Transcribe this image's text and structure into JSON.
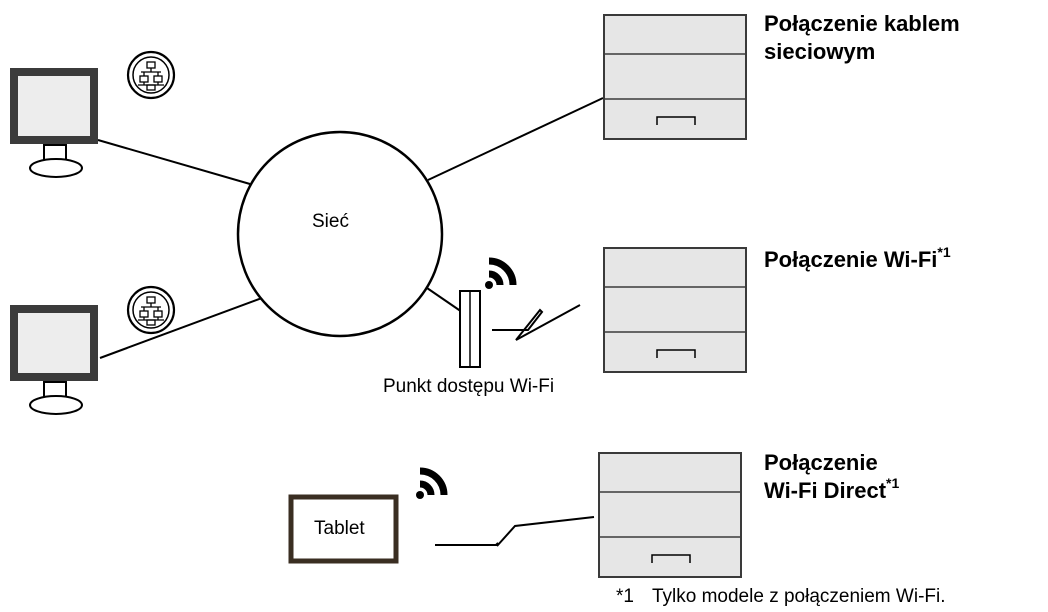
{
  "network_label": "Sieć",
  "access_point_label": "Punkt dostępu Wi-Fi",
  "tablet_label": "Tablet",
  "connections": {
    "wired_line1": "Połączenie kablem",
    "wired_line2": "sieciowym",
    "wifi": "Połączenie Wi-Fi",
    "wifi_direct_line1": "Połączenie",
    "wifi_direct_line2": "Wi-Fi Direct",
    "footnote_marker": "*1"
  },
  "footnote": {
    "marker": "*1",
    "text": "Tylko modele z połączeniem Wi-Fi."
  },
  "icons": [
    "computer-monitor-icon",
    "network-icon",
    "printer-icon",
    "wifi-signal-icon",
    "access-point-icon"
  ]
}
